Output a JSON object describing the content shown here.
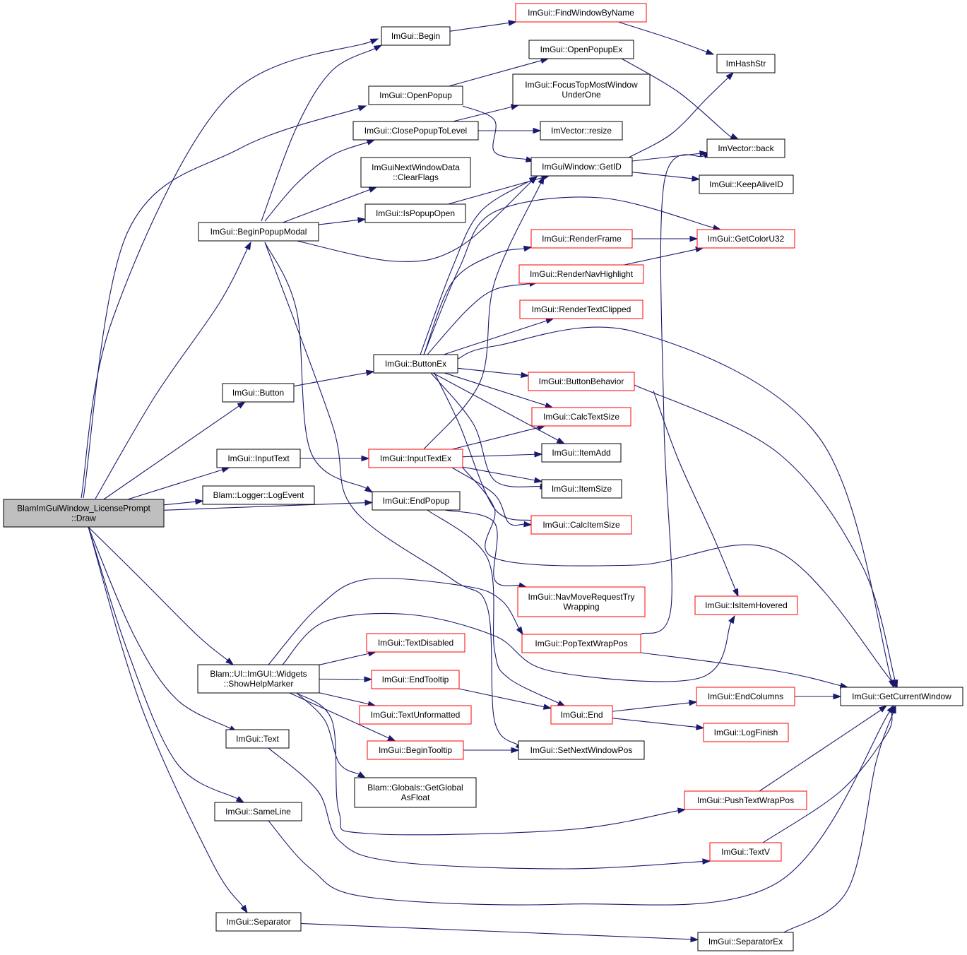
{
  "colors": {
    "edge": "#191970",
    "root_fill": "#bfbfbf",
    "node_fill": "#ffffff",
    "border_black": "#000000",
    "border_red": "#ff0000"
  },
  "nodes": {
    "root": {
      "lines": [
        "BlamImGuiWindow_LicensePrompt",
        "::Draw"
      ],
      "border": "black",
      "root": true
    },
    "begin": {
      "lines": [
        "ImGui::Begin"
      ],
      "border": "black"
    },
    "findwin": {
      "lines": [
        "ImGui::FindWindowByName"
      ],
      "border": "red"
    },
    "openpopupex": {
      "lines": [
        "ImGui::OpenPopupEx"
      ],
      "border": "black"
    },
    "imhashstr": {
      "lines": [
        "ImHashStr"
      ],
      "border": "black"
    },
    "openpopup": {
      "lines": [
        "ImGui::OpenPopup"
      ],
      "border": "black"
    },
    "focustop": {
      "lines": [
        "ImGui::FocusTopMostWindow",
        "UnderOne"
      ],
      "border": "black"
    },
    "closepopup": {
      "lines": [
        "ImGui::ClosePopupToLevel"
      ],
      "border": "black"
    },
    "resize": {
      "lines": [
        "ImVector::resize"
      ],
      "border": "black"
    },
    "back": {
      "lines": [
        "ImVector::back"
      ],
      "border": "black"
    },
    "nextwin": {
      "lines": [
        "ImGuiNextWindowData",
        "::ClearFlags"
      ],
      "border": "black"
    },
    "getid": {
      "lines": [
        "ImGuiWindow::GetID"
      ],
      "border": "black"
    },
    "keepalive": {
      "lines": [
        "ImGui::KeepAliveID"
      ],
      "border": "black"
    },
    "ispopupopen": {
      "lines": [
        "ImGui::IsPopupOpen"
      ],
      "border": "black"
    },
    "beginpopupmodal": {
      "lines": [
        "ImGui::BeginPopupModal"
      ],
      "border": "black"
    },
    "getcoloru32": {
      "lines": [
        "ImGui::GetColorU32"
      ],
      "border": "red"
    },
    "renderframe": {
      "lines": [
        "ImGui::RenderFrame"
      ],
      "border": "red"
    },
    "rendernav": {
      "lines": [
        "ImGui::RenderNavHighlight"
      ],
      "border": "red"
    },
    "rendertext": {
      "lines": [
        "ImGui::RenderTextClipped"
      ],
      "border": "red"
    },
    "buttonex": {
      "lines": [
        "ImGui::ButtonEx"
      ],
      "border": "black"
    },
    "button": {
      "lines": [
        "ImGui::Button"
      ],
      "border": "black"
    },
    "buttonbeh": {
      "lines": [
        "ImGui::ButtonBehavior"
      ],
      "border": "red"
    },
    "calctext": {
      "lines": [
        "ImGui::CalcTextSize"
      ],
      "border": "red"
    },
    "inputtext": {
      "lines": [
        "ImGui::InputText"
      ],
      "border": "black"
    },
    "inputtextex": {
      "lines": [
        "ImGui::InputTextEx"
      ],
      "border": "red"
    },
    "itemadd": {
      "lines": [
        "ImGui::ItemAdd"
      ],
      "border": "black"
    },
    "logevent": {
      "lines": [
        "Blam::Logger::LogEvent"
      ],
      "border": "black"
    },
    "itemsize": {
      "lines": [
        "ImGui::ItemSize"
      ],
      "border": "black"
    },
    "endpopup": {
      "lines": [
        "ImGui::EndPopup"
      ],
      "border": "black"
    },
    "calcitem": {
      "lines": [
        "ImGui::CalcItemSize"
      ],
      "border": "red"
    },
    "navmove": {
      "lines": [
        "ImGui::NavMoveRequestTry",
        "Wrapping"
      ],
      "border": "red"
    },
    "ishovered": {
      "lines": [
        "ImGui::IsItemHovered"
      ],
      "border": "red"
    },
    "poptext": {
      "lines": [
        "ImGui::PopTextWrapPos"
      ],
      "border": "red"
    },
    "textdisabled": {
      "lines": [
        "ImGui::TextDisabled"
      ],
      "border": "red"
    },
    "helpmarker": {
      "lines": [
        "Blam::UI::ImGUI::Widgets",
        "::ShowHelpMarker"
      ],
      "border": "black"
    },
    "endtooltip": {
      "lines": [
        "ImGui::EndTooltip"
      ],
      "border": "red"
    },
    "getcurwin": {
      "lines": [
        "ImGui::GetCurrentWindow"
      ],
      "border": "black"
    },
    "endcolumns": {
      "lines": [
        "ImGui::EndColumns"
      ],
      "border": "red"
    },
    "end": {
      "lines": [
        "ImGui::End"
      ],
      "border": "red"
    },
    "textunf": {
      "lines": [
        "ImGui::TextUnformatted"
      ],
      "border": "red"
    },
    "logfinish": {
      "lines": [
        "ImGui::LogFinish"
      ],
      "border": "red"
    },
    "text": {
      "lines": [
        "ImGui::Text"
      ],
      "border": "black"
    },
    "begintooltip": {
      "lines": [
        "ImGui::BeginTooltip"
      ],
      "border": "red"
    },
    "setnextpos": {
      "lines": [
        "ImGui::SetNextWindowPos"
      ],
      "border": "black"
    },
    "getglobal": {
      "lines": [
        "Blam::Globals::GetGlobal",
        "AsFloat"
      ],
      "border": "black"
    },
    "pushtext": {
      "lines": [
        "ImGui::PushTextWrapPos"
      ],
      "border": "red"
    },
    "sameline": {
      "lines": [
        "ImGui::SameLine"
      ],
      "border": "black"
    },
    "textv": {
      "lines": [
        "ImGui::TextV"
      ],
      "border": "red"
    },
    "separator": {
      "lines": [
        "ImGui::Separator"
      ],
      "border": "black"
    },
    "separatorex": {
      "lines": [
        "ImGui::SeparatorEx"
      ],
      "border": "black"
    }
  },
  "edges": [
    [
      "root",
      "begin"
    ],
    [
      "root",
      "openpopup"
    ],
    [
      "root",
      "beginpopupmodal"
    ],
    [
      "root",
      "button"
    ],
    [
      "root",
      "inputtext"
    ],
    [
      "root",
      "logevent"
    ],
    [
      "root",
      "endpopup"
    ],
    [
      "root",
      "helpmarker"
    ],
    [
      "root",
      "text"
    ],
    [
      "root",
      "sameline"
    ],
    [
      "root",
      "separator"
    ],
    [
      "begin",
      "findwin"
    ],
    [
      "findwin",
      "imhashstr"
    ],
    [
      "openpopup",
      "openpopupex"
    ],
    [
      "openpopup",
      "getid"
    ],
    [
      "openpopupex",
      "back"
    ],
    [
      "closepopup",
      "focustop"
    ],
    [
      "closepopup",
      "resize"
    ],
    [
      "getid",
      "imhashstr"
    ],
    [
      "getid",
      "back"
    ],
    [
      "getid",
      "keepalive"
    ],
    [
      "beginpopupmodal",
      "begin"
    ],
    [
      "beginpopupmodal",
      "closepopup"
    ],
    [
      "beginpopupmodal",
      "nextwin"
    ],
    [
      "beginpopupmodal",
      "ispopupopen"
    ],
    [
      "beginpopupmodal",
      "getid"
    ],
    [
      "beginpopupmodal",
      "endpopup"
    ],
    [
      "beginpopupmodal",
      "setnextpos"
    ],
    [
      "ispopupopen",
      "getid"
    ],
    [
      "renderframe",
      "getcoloru32"
    ],
    [
      "rendernav",
      "getcoloru32"
    ],
    [
      "buttonex",
      "getid"
    ],
    [
      "buttonex",
      "getcoloru32"
    ],
    [
      "buttonex",
      "renderframe"
    ],
    [
      "buttonex",
      "rendernav"
    ],
    [
      "buttonex",
      "rendertext"
    ],
    [
      "buttonex",
      "getcurwin"
    ],
    [
      "buttonex",
      "buttonbeh"
    ],
    [
      "buttonex",
      "calctext"
    ],
    [
      "buttonex",
      "itemadd"
    ],
    [
      "buttonex",
      "itemsize"
    ],
    [
      "buttonex",
      "calcitem"
    ],
    [
      "button",
      "buttonex"
    ],
    [
      "buttonbeh",
      "ishovered"
    ],
    [
      "buttonbeh",
      "getcurwin"
    ],
    [
      "inputtext",
      "inputtextex"
    ],
    [
      "inputtextex",
      "getid"
    ],
    [
      "inputtextex",
      "calctext"
    ],
    [
      "inputtextex",
      "itemadd"
    ],
    [
      "inputtextex",
      "itemsize"
    ],
    [
      "inputtextex",
      "calcitem"
    ],
    [
      "inputtextex",
      "getcurwin"
    ],
    [
      "endpopup",
      "navmove"
    ],
    [
      "endpopup",
      "end"
    ],
    [
      "poptext",
      "back"
    ],
    [
      "poptext",
      "getcurwin"
    ],
    [
      "helpmarker",
      "poptext"
    ],
    [
      "helpmarker",
      "ishovered"
    ],
    [
      "helpmarker",
      "textdisabled"
    ],
    [
      "helpmarker",
      "endtooltip"
    ],
    [
      "helpmarker",
      "textunf"
    ],
    [
      "helpmarker",
      "begintooltip"
    ],
    [
      "helpmarker",
      "getglobal"
    ],
    [
      "helpmarker",
      "pushtext"
    ],
    [
      "endtooltip",
      "end"
    ],
    [
      "end",
      "endcolumns"
    ],
    [
      "end",
      "logfinish"
    ],
    [
      "endcolumns",
      "getcurwin"
    ],
    [
      "begintooltip",
      "setnextpos"
    ],
    [
      "text",
      "textv"
    ],
    [
      "textv",
      "getcurwin"
    ],
    [
      "pushtext",
      "getcurwin"
    ],
    [
      "sameline",
      "getcurwin"
    ],
    [
      "separator",
      "separatorex"
    ],
    [
      "separatorex",
      "getcurwin"
    ]
  ]
}
